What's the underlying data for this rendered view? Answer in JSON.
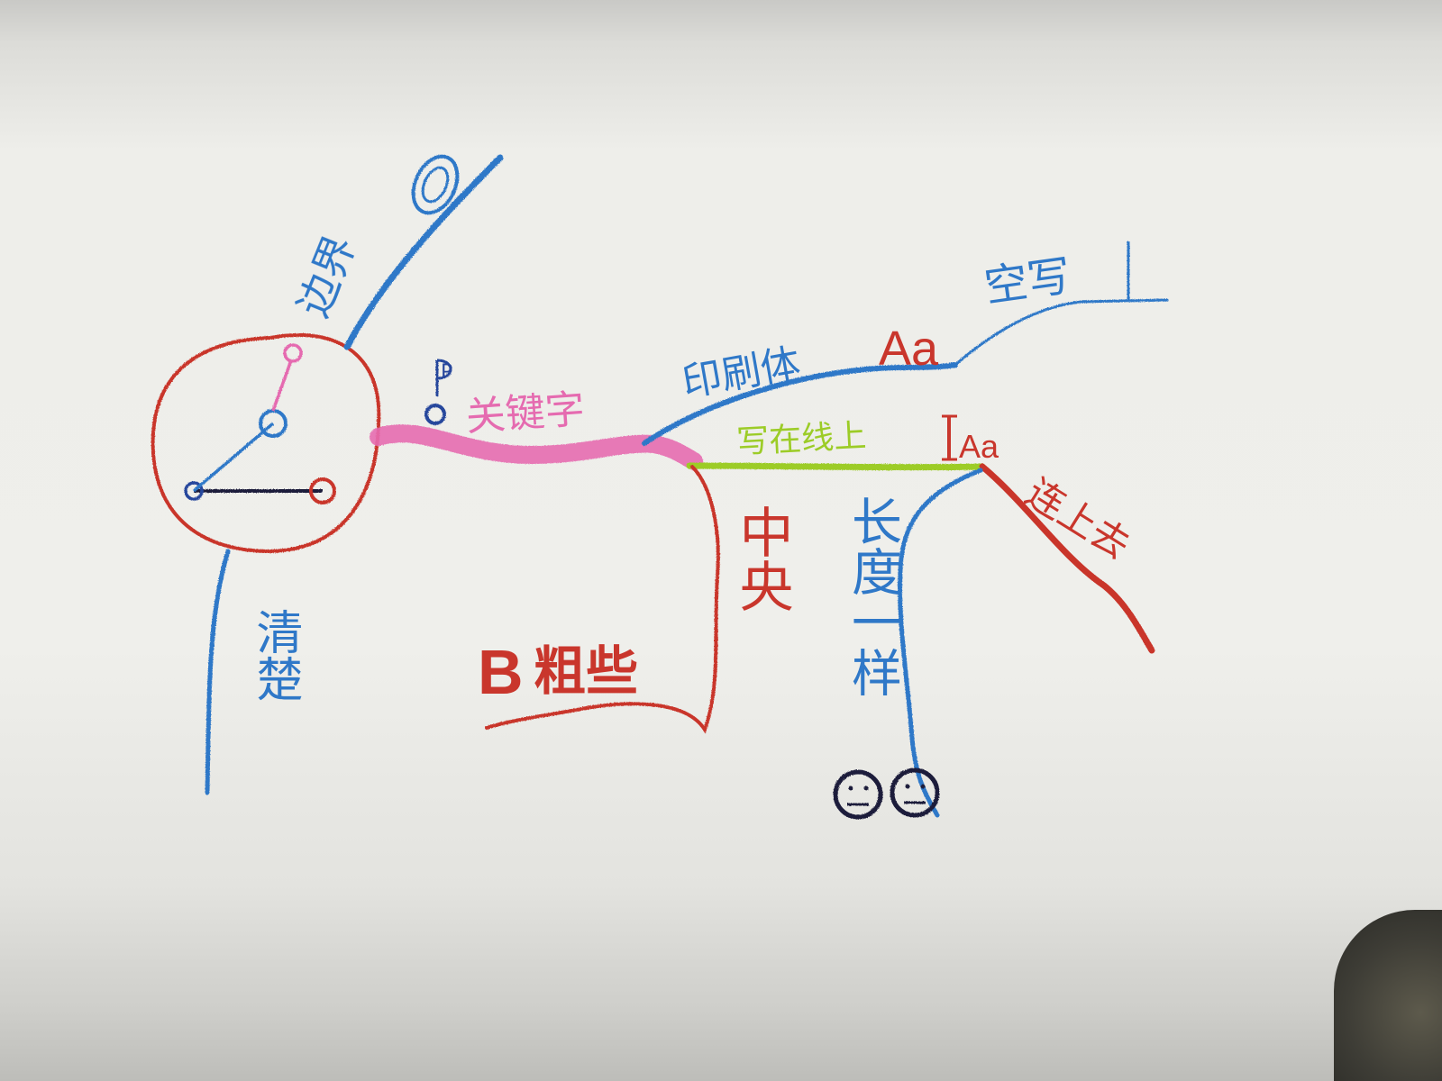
{
  "mindmap": {
    "center": {
      "label": ""
    },
    "branches": {
      "boundary": {
        "label": "边界",
        "mark": "◎"
      },
      "clear": {
        "label": "清楚"
      },
      "keyword": {
        "label": "关键字",
        "icon": "pin-icon",
        "mark": "P"
      },
      "print": {
        "label": "印刷体",
        "mark": "Aa"
      },
      "blank": {
        "label": "空写"
      },
      "on_line": {
        "label": "写在线上",
        "mark": "Aa"
      },
      "connect": {
        "label": "连上去"
      },
      "length": {
        "label": "长度一样",
        "icons": [
          "neutral-face-icon",
          "neutral-face-icon"
        ]
      },
      "centered": {
        "label": "中央"
      },
      "bold": {
        "label": "粗些",
        "mark": "B"
      }
    },
    "colors": {
      "red": "#c9362c",
      "blue": "#2f78c8",
      "dark_blue": "#27469c",
      "pink": "#e56bb0",
      "green": "#9ccc27",
      "dark": "#1e1e3a"
    }
  }
}
